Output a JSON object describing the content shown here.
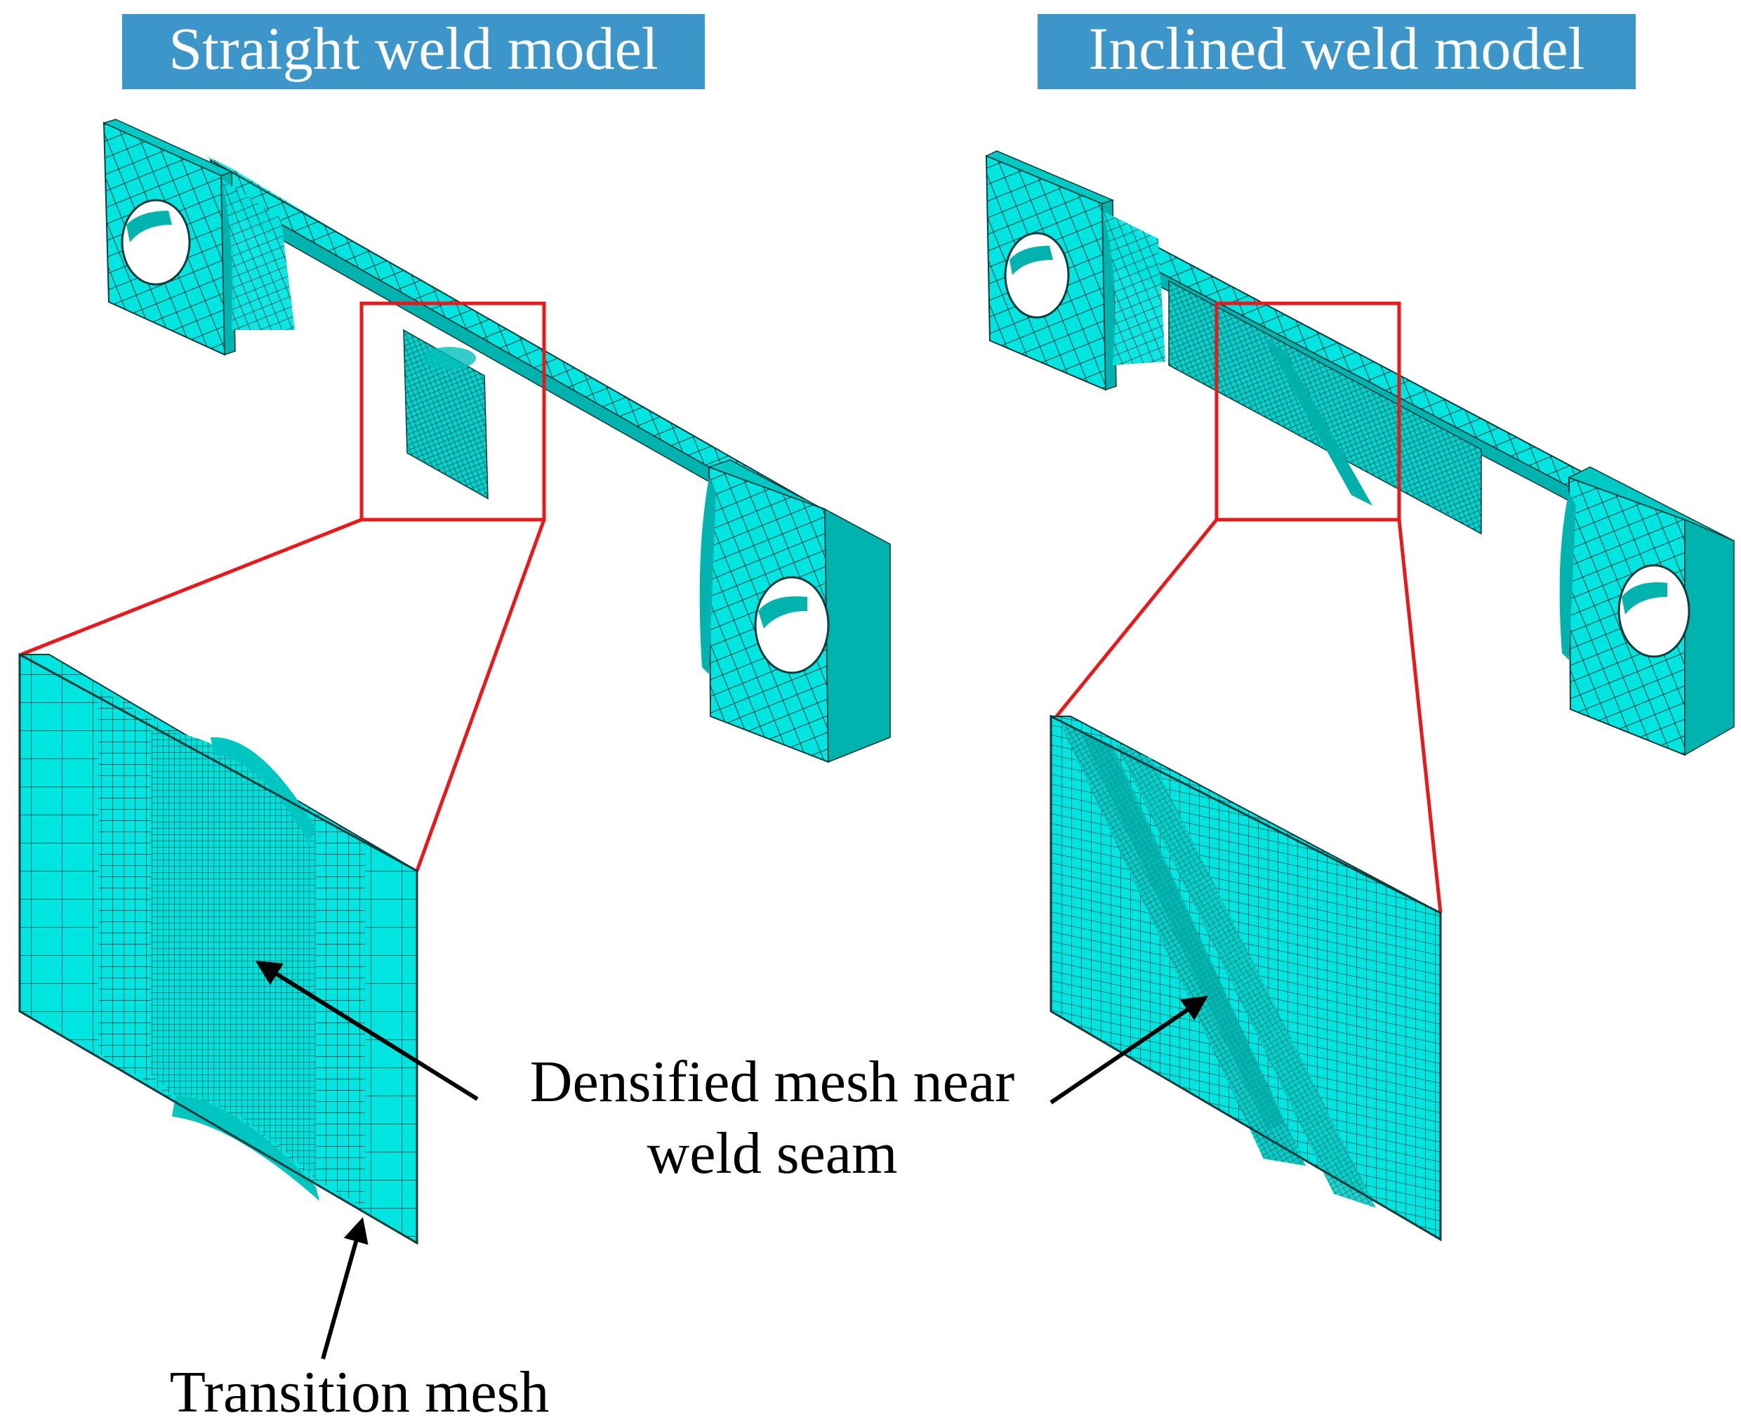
{
  "titles": {
    "straight": "Straight weld model",
    "inclined": "Inclined weld model"
  },
  "annotations": {
    "densified_line1": "Densified mesh near",
    "densified_line2": "weld seam",
    "transition": "Transition mesh"
  },
  "colors": {
    "title_bg": "#3d96c9",
    "mesh_face": "#00e5e0",
    "mesh_shadow": "#00b3ae",
    "mesh_line": "#0b3b3b",
    "zoom_box": "#e8191b",
    "arrow": "#000000"
  }
}
